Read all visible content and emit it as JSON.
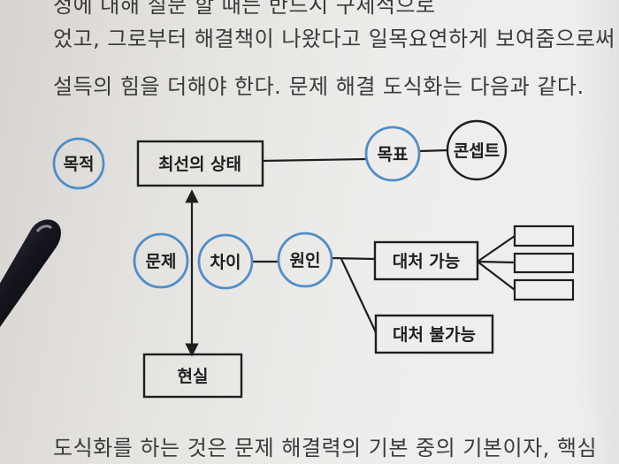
{
  "text_lines": {
    "line1": "정에 대해 질문 할 때는 반드시 구체적으로",
    "line2": "었고, 그로부터 해결책이 나왔다고 일목요연하게 보여줌으로써",
    "line3": "설득의 힘을 더해야 한다. 문제 해결 도식화는 다음과 같다.",
    "line4": "도식화를 하는 것은 문제 해결력의 기본 중의 기본이자, 핵심"
  },
  "diagram": {
    "nodes": {
      "purpose": "목적",
      "best_state": "최선의 상태",
      "goal": "목표",
      "concept": "콘셉트",
      "problem": "문제",
      "gap": "차이",
      "cause": "원인",
      "actionable": "대처 가능",
      "not_actionable": "대처 불가능",
      "reality": "현실"
    },
    "colors": {
      "circle_outline": "#4f8ec9",
      "ink": "#1e1e1e"
    }
  }
}
